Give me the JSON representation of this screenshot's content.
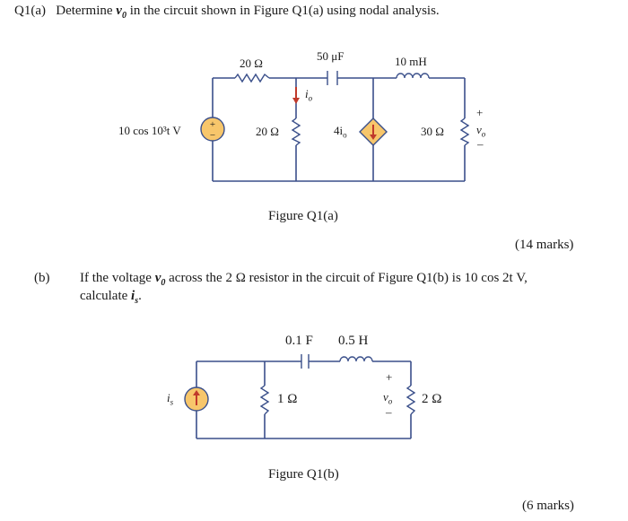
{
  "q1a": {
    "prefix": "Q1(a)",
    "text_before": "Determine",
    "var": "v",
    "var_sub": "0",
    "text_after": "in the circuit shown in Figure Q1(a) using nodal analysis."
  },
  "fig_a": {
    "r_top": "20 Ω",
    "c_top": "50 μF",
    "l_top": "10 mH",
    "source": "10 cos 10³t V",
    "r_mid": "20 Ω",
    "io": "i",
    "io_sub": "o",
    "dep_label": "4i",
    "dep_sub": "o",
    "r_right": "30 Ω",
    "vo": "v",
    "vo_sub": "o",
    "plus": "+",
    "minus": "–",
    "caption": "Figure Q1(a)"
  },
  "marks_a": "(14 marks)",
  "q1b": {
    "label": "(b)",
    "line1_before": "If the voltage",
    "var": "v",
    "var_sub": "0",
    "line1_after": "across the 2 Ω resistor in the circuit of Figure Q1(b) is 10 cos 2t V,",
    "line2_before": "calculate",
    "target": "i",
    "target_sub": "s",
    "line2_after": "."
  },
  "fig_b": {
    "cap": "0.1 F",
    "ind": "0.5 H",
    "is": "i",
    "is_sub": "s",
    "r1": "1 Ω",
    "vo": "v",
    "vo_sub": "o",
    "r2": "2 Ω",
    "plus": "+",
    "minus": "–",
    "caption": "Figure Q1(b)"
  },
  "marks_b": "(6 marks)",
  "colors": {
    "wire": "#3a4f8a",
    "source_fill": "#f7c66b",
    "arrow": "#c0392b"
  }
}
